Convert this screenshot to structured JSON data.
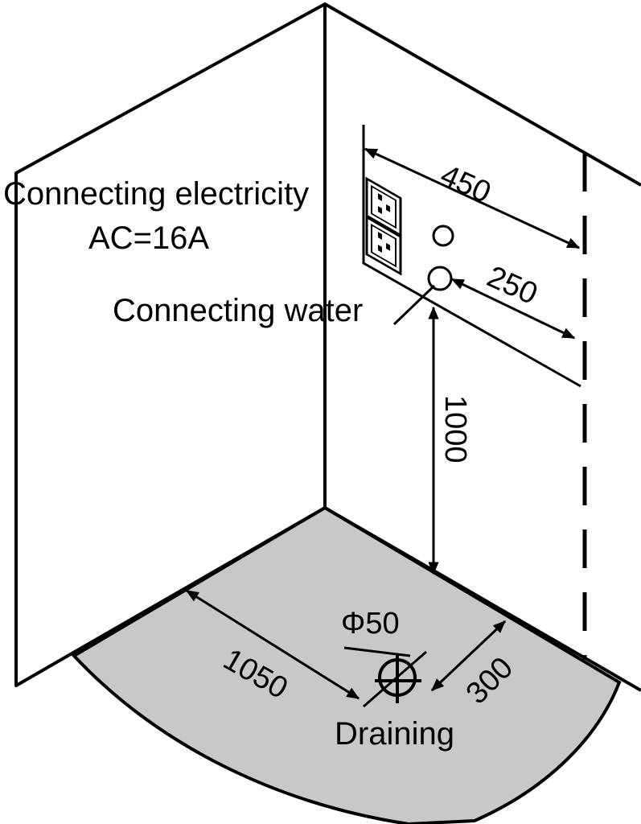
{
  "colors": {
    "line": "#000000",
    "floor": "#c8c8c8",
    "background": "#ffffff"
  },
  "labels": {
    "electricity_line1": "Connecting electricity",
    "electricity_line2": "AC=16A",
    "water": "Connecting water",
    "draining": "Draining"
  },
  "dimensions": {
    "panel_width": "450",
    "water_offset": "250",
    "water_height": "1000",
    "floor_depth": "1050",
    "drain_offset": "300",
    "drain_diameter": "Φ50"
  },
  "icons": {
    "socket": "power-socket-icon",
    "water_inlet": "circle-outline-icon",
    "drain": "drain-symbol-icon"
  }
}
